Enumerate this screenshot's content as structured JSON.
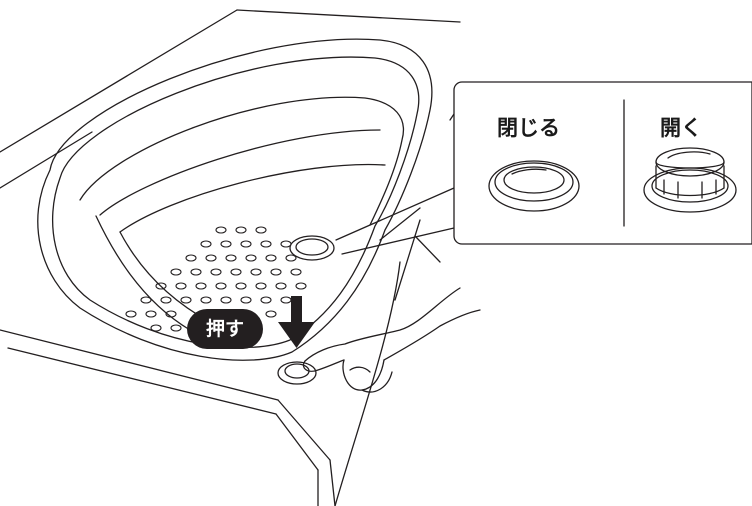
{
  "callout": {
    "closed_label": "閉じる",
    "open_label": "開く"
  },
  "action": {
    "push_label": "押す"
  },
  "colors": {
    "line": "#231f20",
    "badge_bg": "#231f20",
    "badge_text": "#ffffff",
    "background": "#ffffff"
  },
  "icons": {
    "arrow": "down-arrow-icon",
    "button": "drain-push-button-icon",
    "plug_closed": "drain-plug-closed-icon",
    "plug_open": "drain-plug-open-icon"
  }
}
